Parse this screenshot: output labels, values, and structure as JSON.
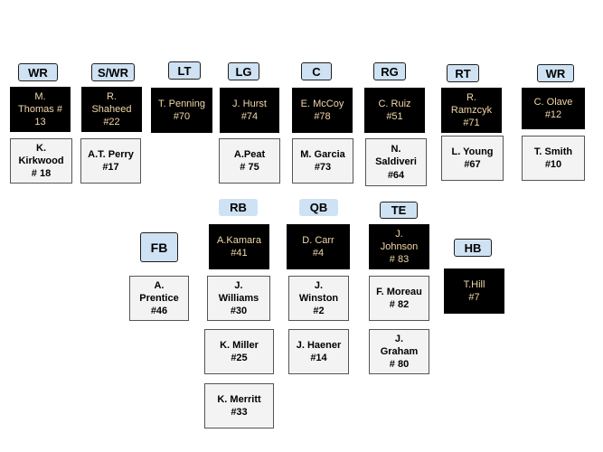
{
  "colors": {
    "tag_fill": "#cfe2f3",
    "starter_fill": "#000000",
    "starter_text": "#f1d7a8",
    "backup_fill": "#f3f3f3",
    "backup_text": "#000000"
  },
  "positions": {
    "lwr": "WR",
    "swr": "S/WR",
    "lt": "LT",
    "lg": "LG",
    "c": "C",
    "rg": "RG",
    "rt": "RT",
    "rwr": "WR",
    "rb": "RB",
    "qb": "QB",
    "te": "TE",
    "fb": "FB",
    "hb": "HB"
  },
  "starters": {
    "lwr": [
      "M.",
      "Thomas #",
      "13"
    ],
    "swr": [
      "R.",
      "Shaheed",
      "#22"
    ],
    "lt": [
      "T. Penning",
      "#70"
    ],
    "lg": [
      "J. Hurst",
      "#74"
    ],
    "c": [
      "E. McCoy",
      "#78"
    ],
    "rg": [
      "C. Ruiz",
      "#51"
    ],
    "rt": [
      "R.",
      "Ramzcyk",
      "#71"
    ],
    "rwr": [
      "C. Olave",
      "#12"
    ],
    "rb": [
      "A.Kamara",
      "#41"
    ],
    "qb": [
      "D. Carr",
      "#4"
    ],
    "te": [
      "J.",
      "Johnson",
      "# 83"
    ],
    "hb": [
      "T.Hill",
      "#7"
    ]
  },
  "backups": {
    "lwr": [
      "K.",
      "Kirkwood",
      "# 18"
    ],
    "swr": [
      "A.T. Perry",
      "#17"
    ],
    "lg": [
      "A.Peat",
      "# 75"
    ],
    "c": [
      "M. Garcia",
      "#73"
    ],
    "rg": [
      "N.",
      "Saldiveri",
      "#64"
    ],
    "rt": [
      "L. Young",
      "#67"
    ],
    "rwr": [
      "T. Smith",
      "#10"
    ],
    "fb": [
      "A.",
      "Prentice",
      "#46"
    ],
    "rb1": [
      "J.",
      "Williams",
      "#30"
    ],
    "qb1": [
      "J.",
      "Winston",
      "#2"
    ],
    "te1": [
      "F. Moreau",
      "# 82"
    ],
    "rb2": [
      "K. Miller",
      "#25"
    ],
    "qb2": [
      "J. Haener",
      "#14"
    ],
    "te2": [
      "J.",
      "Graham",
      "# 80"
    ],
    "rb3": [
      "K. Merritt",
      "#33"
    ]
  }
}
